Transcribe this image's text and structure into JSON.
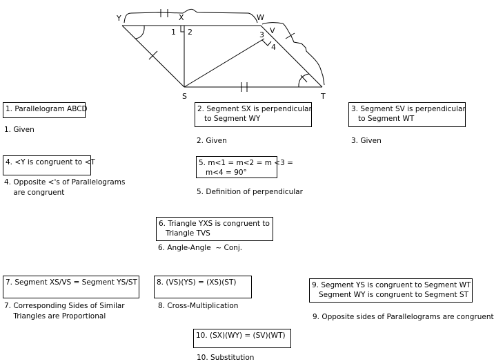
{
  "diagram": {
    "labels": {
      "Y": "Y",
      "X": "X",
      "W": "W",
      "V": "V",
      "S": "S",
      "T": "T",
      "a1": "1",
      "a2": "2",
      "a3": "3",
      "a4": "4"
    }
  },
  "steps": [
    {
      "statement": "1. Parallelogram ABCD",
      "reason": "1. Given"
    },
    {
      "statement": "2. Segment SX is perpendicular\n   to Segment WY",
      "reason": "2. Given"
    },
    {
      "statement": "3. Segment SV is perpendicular\n   to Segment WT",
      "reason": "3. Given"
    },
    {
      "statement": "4. <Y is congruent to <T",
      "reason": "4. Opposite <'s of Parallelograms\n    are congruent"
    },
    {
      "statement": "5. m<1 = m<2 = m <3 =\n   m<4 = 90°",
      "reason": "5. Definition of perpendicular"
    },
    {
      "statement": "6. Triangle YXS is congruent to\n   Triangle TVS",
      "reason": "6. Angle-Angle  ~ Conj."
    },
    {
      "statement": "7. Segment XS/VS = Segment YS/ST",
      "reason": "7. Corresponding Sides of Similar\n    Triangles are Proportional"
    },
    {
      "statement": "8. (VS)(YS) = (XS)(ST)",
      "reason": "8. Cross-Multiplication"
    },
    {
      "statement": "9. Segment YS is congruent to Segment WT\n   Segment WY is congruent to Segment ST",
      "reason": "9. Opposite sides of Parallelograms are congruent"
    },
    {
      "statement": "10. (SX)(WY) = (SV)(WT)",
      "reason": "10. Substitution"
    }
  ]
}
